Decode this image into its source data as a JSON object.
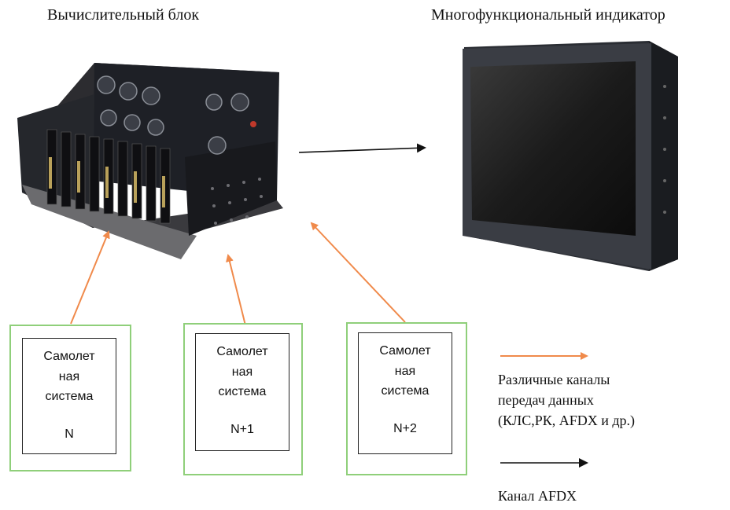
{
  "titles": {
    "computer": "Вычислительный блок",
    "display": "Многофункциональный индикатор"
  },
  "systems": [
    {
      "line1": "Самолет",
      "line2": "ная",
      "line3": "система",
      "id": "N"
    },
    {
      "line1": "Самолет",
      "line2": "ная",
      "line3": "система",
      "id": "N+1"
    },
    {
      "line1": "Самолет",
      "line2": "ная",
      "line3": "система",
      "id": "N+2"
    }
  ],
  "legend": {
    "orange_line1": "Различные каналы",
    "orange_line2": "передач данных",
    "orange_line3": "(КЛС,РК, AFDX и др.)",
    "black": "Канал AFDX"
  },
  "colors": {
    "orange_arrow": "#f08a4b",
    "black_arrow": "#111111",
    "box_outer": "#8fcf7a",
    "box_inner": "#222222"
  }
}
